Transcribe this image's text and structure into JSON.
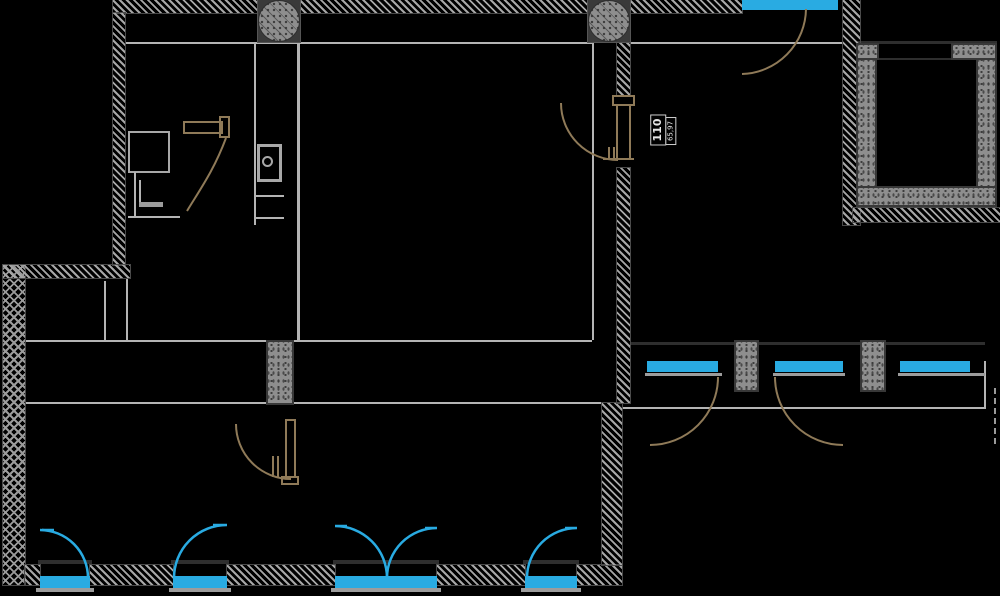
{
  "plan": {
    "title": "apartment-floor-plan",
    "room_label": {
      "number": "110",
      "area": "65,97"
    },
    "colors": {
      "background": "#000000",
      "accent_blue": "#29abe2",
      "door_brown": "#8f7a58",
      "wall_hatch_gray": "#a6a6a6",
      "interior_line_gray": "#b4b4b4",
      "concrete_stipple_gray": "#8e8e8e",
      "label_text": "#e6e6e6"
    }
  }
}
